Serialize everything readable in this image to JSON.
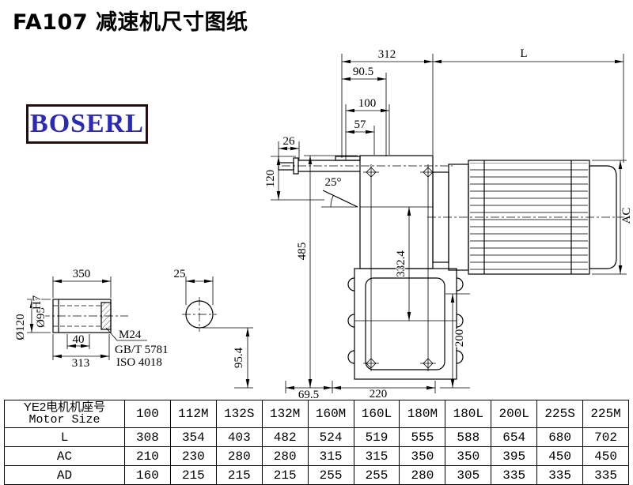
{
  "page": {
    "title": "FA107 减速机尺寸图纸"
  },
  "logo": {
    "text": "BOSERL"
  },
  "drawing": {
    "dims": {
      "d312": "312",
      "L": "L",
      "d90_5": "90.5",
      "d100": "100",
      "d57": "57",
      "d26": "26",
      "d120": "120",
      "angle25": "25°",
      "d485": "485",
      "d332_4": "332.4",
      "d200": "200",
      "AC": "AC",
      "d69_5": "69.5",
      "d220": "220",
      "d350": "350",
      "d25": "25",
      "d40": "40",
      "d313": "313",
      "dia120": "Ø120",
      "dia95": "Ø95",
      "dia95_tol": "H7",
      "thread": "M24",
      "std_gb": "GB/T 5781",
      "std_iso": "ISO 4018",
      "d95_4": "95.4"
    }
  },
  "table": {
    "header_cn": "YE2电机机座号",
    "header_en": "Motor Size",
    "columns": [
      "100",
      "112M",
      "132S",
      "132M",
      "160M",
      "160L",
      "180M",
      "180L",
      "200L",
      "225S",
      "225M"
    ],
    "rows": [
      {
        "label": "L",
        "values": [
          "308",
          "354",
          "403",
          "482",
          "524",
          "519",
          "555",
          "588",
          "654",
          "680",
          "702"
        ]
      },
      {
        "label": "AC",
        "values": [
          "210",
          "230",
          "280",
          "280",
          "315",
          "315",
          "350",
          "350",
          "395",
          "450",
          "450"
        ]
      },
      {
        "label": "AD",
        "values": [
          "160",
          "215",
          "215",
          "215",
          "255",
          "255",
          "280",
          "305",
          "335",
          "335",
          "335"
        ]
      }
    ]
  }
}
